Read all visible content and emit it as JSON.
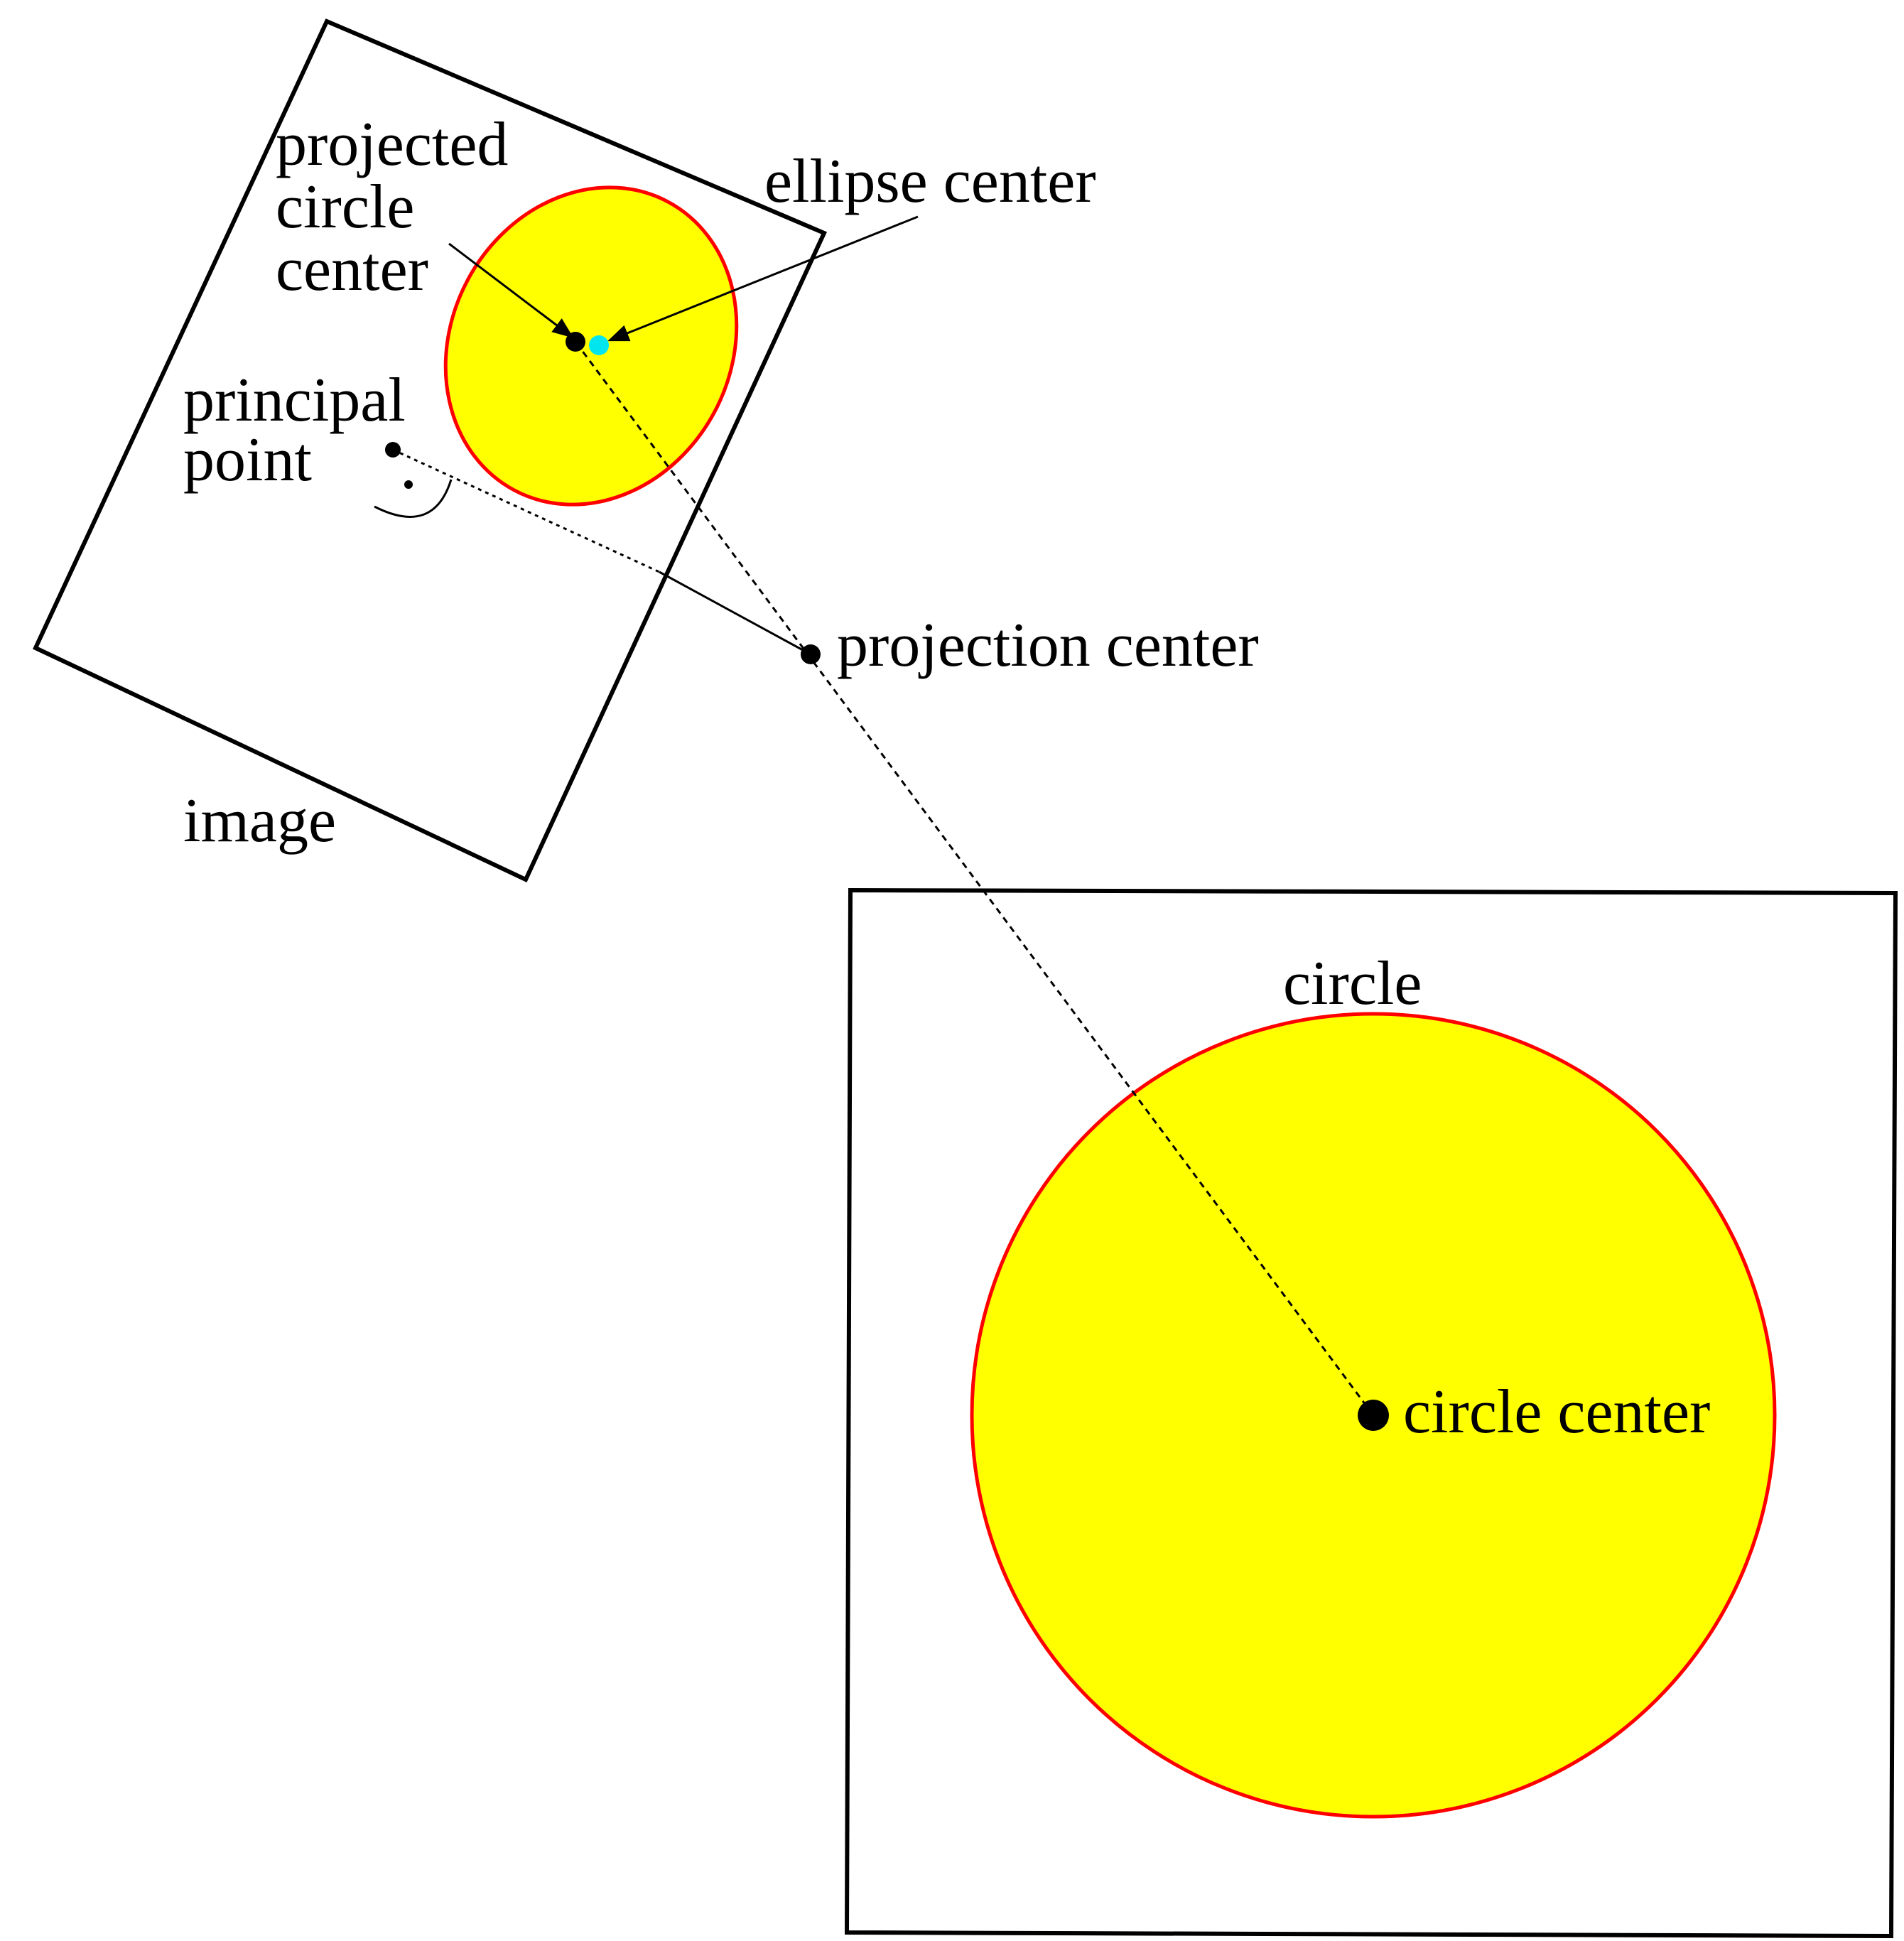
{
  "labels": {
    "projected_circle_center": [
      "projected",
      "circle",
      "center"
    ],
    "ellipse_center": "ellipse center",
    "principal_point": [
      "principal",
      "point"
    ],
    "projection_center": "projection center",
    "image": "image",
    "circle": "circle",
    "circle_center": "circle center"
  },
  "colors": {
    "fill": "#ffff00",
    "outline": "#ff0000",
    "ellipse_center_dot": "#00e5ee",
    "ink": "#000000",
    "background": "#ffffff"
  }
}
